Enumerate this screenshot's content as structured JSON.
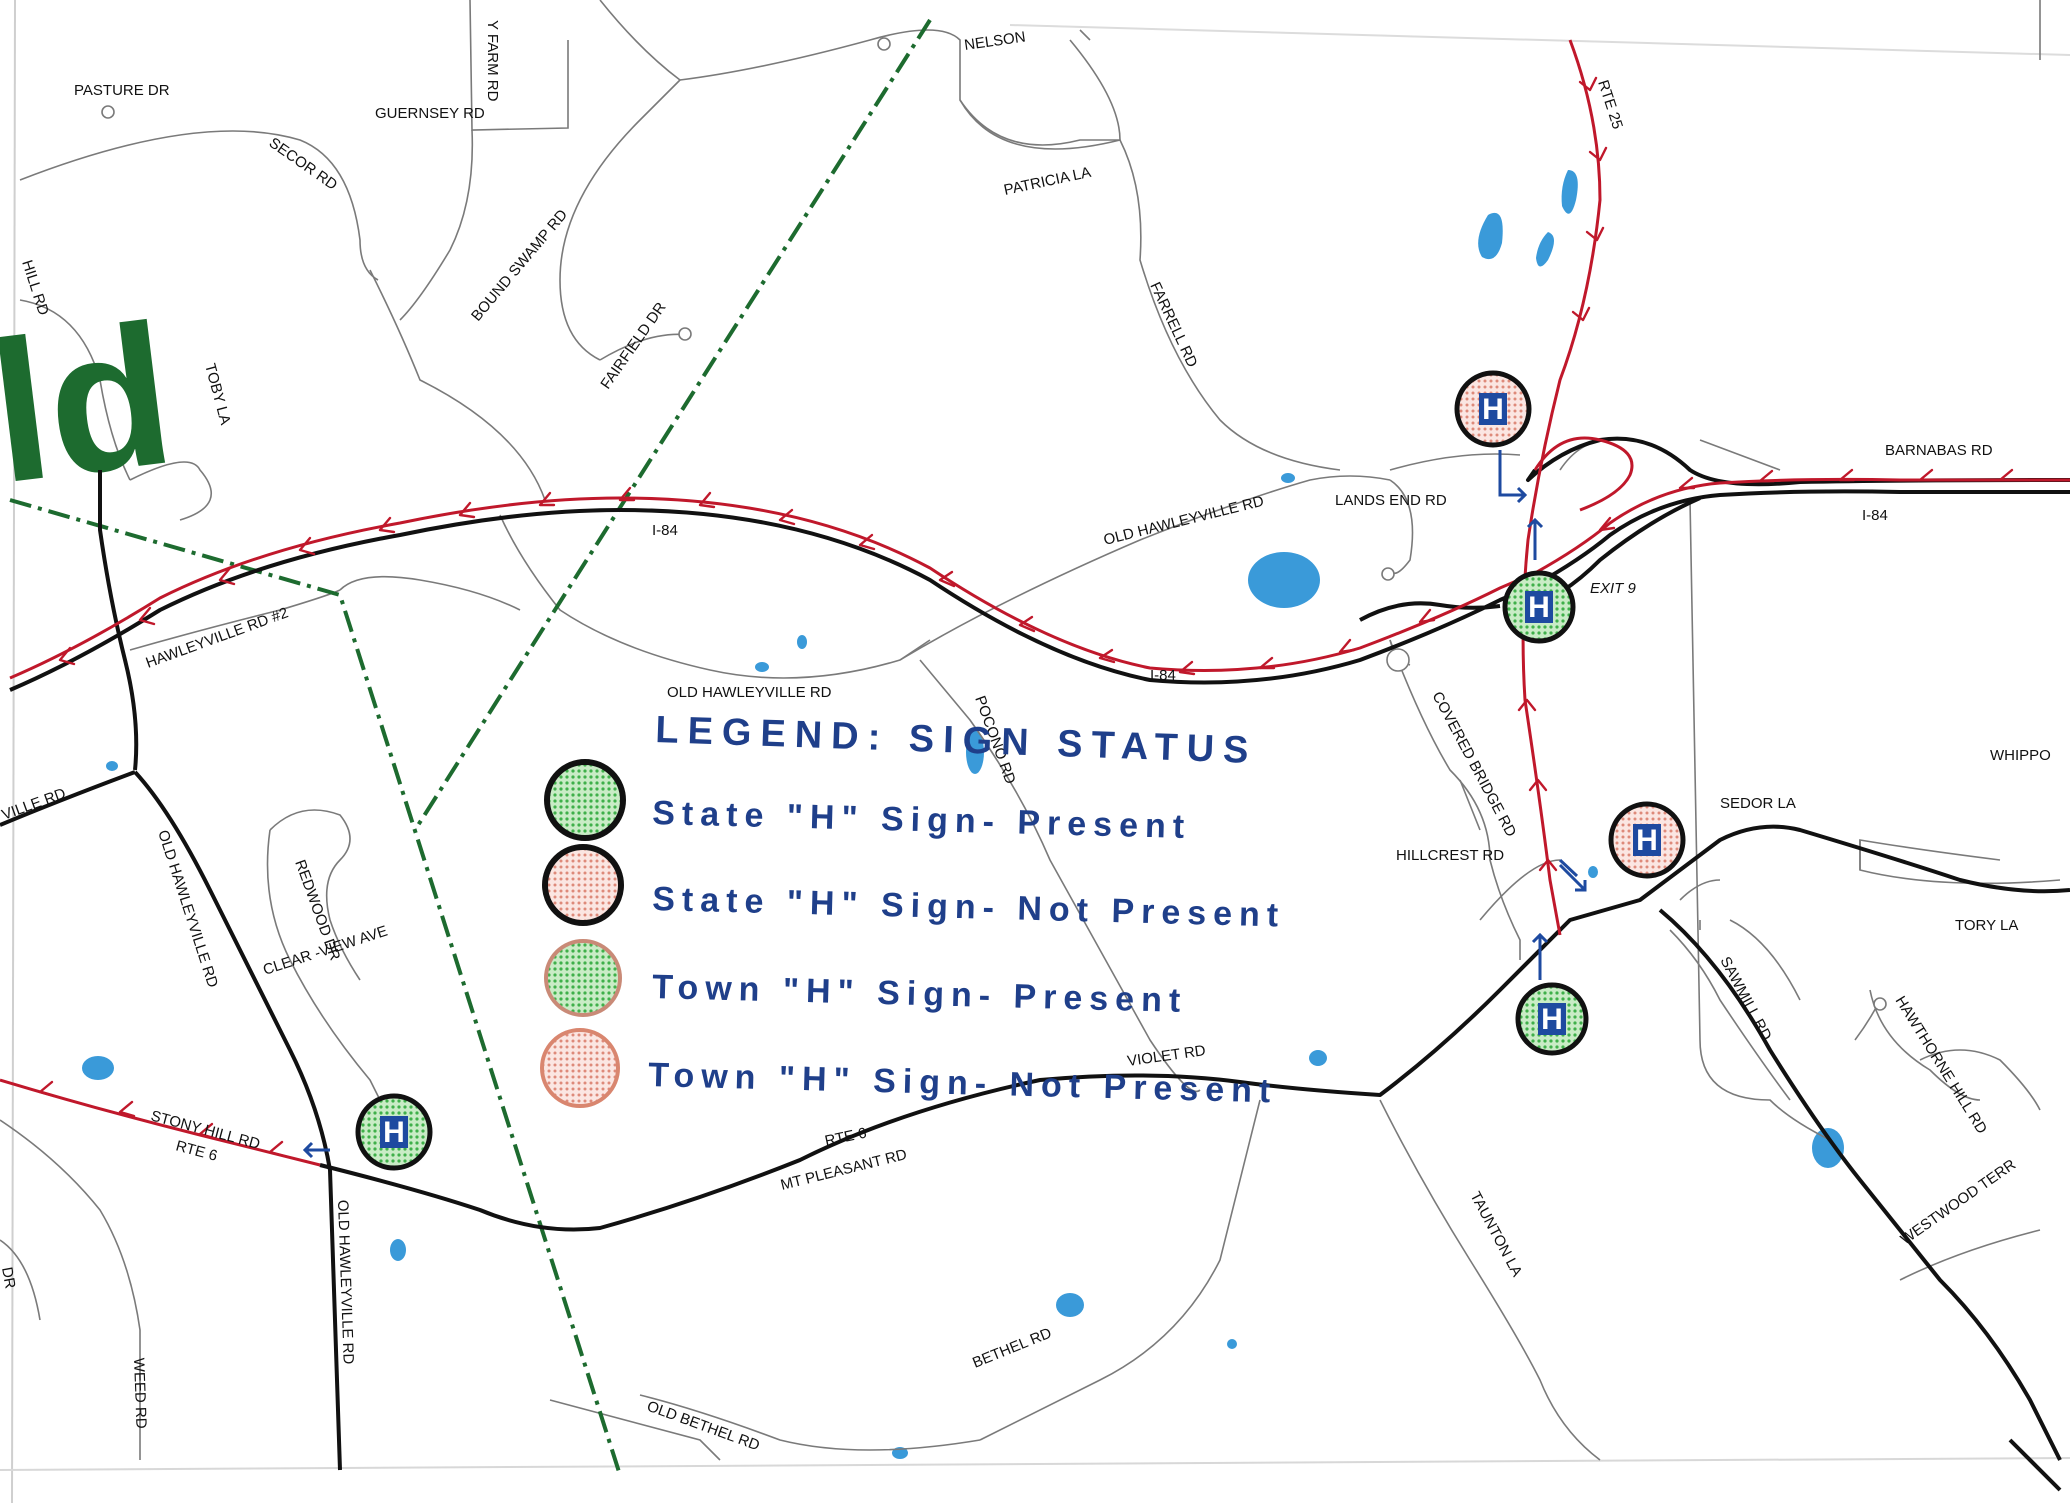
{
  "map": {
    "town_name_fragment": "ld",
    "roads": {
      "pasture": "PASTURE DR",
      "farm": "Y FARM RD",
      "guernsey": "GUERNSEY RD",
      "nelson": "NELSON",
      "secor": "SECOR RD",
      "bound_swamp": "BOUND SWAMP RD",
      "patricia": "PATRICIA LA",
      "farrell": "FARRELL RD",
      "fairfield": "FAIRFIELD DR",
      "toby": "TOBY LA",
      "hill_rd_left": "HILL RD",
      "rte25": "RTE 25",
      "barnabas": "BARNABAS RD",
      "old_hawleyville_top": "OLD HAWLEYVILLE RD",
      "lands_end": "LANDS END RD",
      "i84_a": "I-84",
      "i84_b": "I-84",
      "i84_c": "I-84",
      "exit9": "EXIT 9",
      "hawleyville_2": "HAWLEYVILLE RD #2",
      "old_hawleyville_mid": "OLD HAWLEYVILLE RD",
      "pocono": "POCONO RD",
      "covered_bridge": "COVERED BRIDGE RD",
      "whippo": "WHIPPO",
      "ville_left": "VILLE RD",
      "old_hawleyville_left": "OLD HAWLEYVILLE RD",
      "redwood": "REDWOOD DR",
      "clearview": "CLEAR -VIEW AVE",
      "hillcrest": "HILLCREST RD",
      "sedor": "SEDOR LA",
      "tory": "TORY LA",
      "sawmill": "SAWMILL RD",
      "hawthorne": "HAWTHORNE HILL RD",
      "violet": "VIOLET RD",
      "rte6_mid": "RTE 6",
      "mt_pleasant": "MT PLEASANT RD",
      "stony_hill": "STONY HILL RD",
      "rte6_left": "RTE 6",
      "westwood": "WESTWOOD TERR",
      "taunton": "TAUNTON LA",
      "old_hawleyville_bottom": "OLD HAWLEYVILLE RD",
      "bethel": "BETHEL RD",
      "old_bethel": "OLD BETHEL RD",
      "weed": "WEED RD",
      "dr_left": "DR"
    },
    "sign_letter": "H"
  },
  "legend": {
    "title": "LEGEND: SIGN STATUS",
    "items": [
      {
        "label": "State \"H\" Sign- Present",
        "fill": "#3fb04a",
        "stroke": "#111111"
      },
      {
        "label": "State \"H\" Sign- Not Present",
        "fill": "#f2c3bd",
        "stroke": "#111111"
      },
      {
        "label": "Town \"H\" Sign- Present",
        "fill": "#3fb04a",
        "stroke": "#c98a77"
      },
      {
        "label": "Town \"H\" Sign- Not Present",
        "fill": "#f6cfc8",
        "stroke": "#d9866f"
      }
    ]
  },
  "colors": {
    "route": "#c0182b",
    "major_road": "#111111",
    "minor_road": "#7a7a7a",
    "town_line": "#1d6b2f",
    "water": "#3a9ad9",
    "sign_blue": "#1e4aa0",
    "legend_text": "#1f3f8a"
  }
}
